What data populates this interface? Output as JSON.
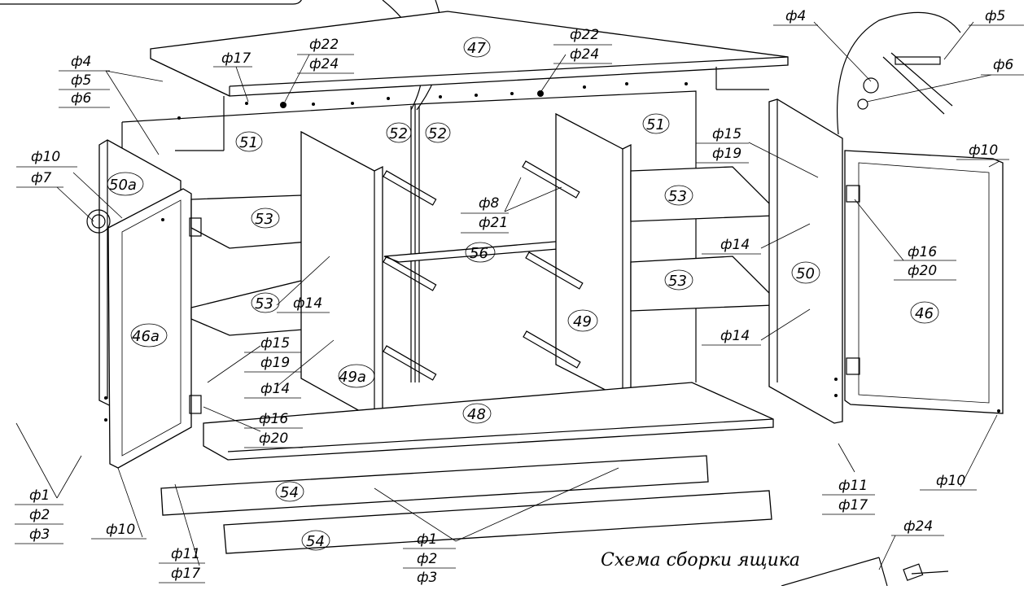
{
  "diagram": {
    "caption": "Схема сборки ящика",
    "part_numbers": {
      "p47": "47",
      "p51_left": "51",
      "p51_right": "51",
      "p52_left": "52",
      "p52_right": "52",
      "p50a": "50a",
      "p50": "50",
      "p53_tl": "53",
      "p53_bl": "53",
      "p53_tr": "53",
      "p53_br": "53",
      "p56": "56",
      "p49": "49",
      "p49a": "49a",
      "p48": "48",
      "p46a": "46a",
      "p46": "46",
      "p54_top": "54",
      "p54_bottom": "54"
    },
    "fasteners": {
      "f4_left_a": "ф4",
      "f5_left": "ф5",
      "f6_left": "ф6",
      "f22_left": "ф22",
      "f24_left": "ф24",
      "f22_right": "ф22",
      "f24_right": "ф24",
      "f17_top": "ф17",
      "f10_left_top": "ф10",
      "f7": "ф7",
      "f4_right": "ф4",
      "f5_right": "ф5",
      "f6_right": "ф6",
      "f15_right": "ф15",
      "f19_right": "ф19",
      "f10_right_top": "ф10",
      "f8": "ф8",
      "f21": "ф21",
      "f16_right": "ф16",
      "f20_right": "ф20",
      "f14_a": "ф14",
      "f14_b": "ф14",
      "f14_c": "ф14",
      "f14_d": "ф14",
      "f15_left": "ф15",
      "f19_left": "ф19",
      "f16_left": "ф16",
      "f20_left": "ф20",
      "f1_left": "ф1",
      "f2_left": "ф2",
      "f3_left": "ф3",
      "f10_left_bottom": "ф10",
      "f11_left": "ф11",
      "f17_left": "ф17",
      "f1_mid": "ф1",
      "f2_mid": "ф2",
      "f3_mid": "ф3",
      "f11_right": "ф11",
      "f17_right": "ф17",
      "f10_right_bottom": "ф10",
      "f24_bottom": "ф24"
    }
  }
}
